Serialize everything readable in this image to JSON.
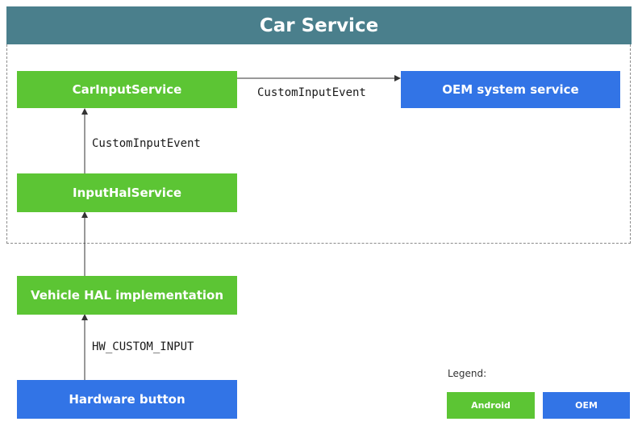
{
  "header": {
    "title": "Car Service"
  },
  "nodes": {
    "car_input_service": "CarInputService",
    "oem_system_service": "OEM system service",
    "input_hal_service": "InputHalService",
    "vehicle_hal": "Vehicle HAL implementation",
    "hardware_button": "Hardware button"
  },
  "edges": {
    "custom_input_event_horizontal": "CustomInputEvent",
    "custom_input_event_vertical": "CustomInputEvent",
    "hw_custom_input": "HW_CUSTOM_INPUT"
  },
  "legend": {
    "title": "Legend:",
    "android": "Android",
    "oem": "OEM"
  },
  "colors": {
    "header": "#4a7f8c",
    "android": "#5cc534",
    "oem": "#3274e6"
  }
}
